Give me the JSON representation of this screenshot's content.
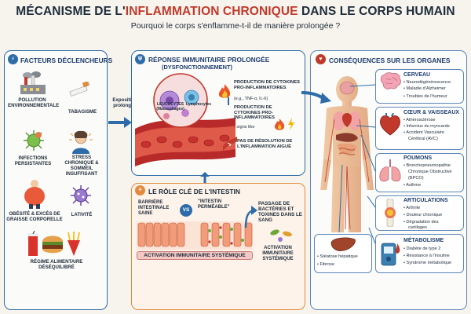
{
  "title": {
    "part1": "MÉCANISME DE L'",
    "part2": "INFLAMMATION CHRONIQUE",
    "part3": " DANS LE CORPS HUMAIN"
  },
  "subtitle": "Pourquoi le corps s'enflamme-t-il de manière prolongée ?",
  "colors": {
    "accent_red": "#c0392b",
    "accent_blue": "#2d6ca8",
    "gut_orange": "#e38a3c"
  },
  "factors": {
    "heading": "FACTEURS DÉCLENCHEURS",
    "items": [
      {
        "label": "POLLUTION ENVIRONNEMENTALE",
        "icon": "factory-icon"
      },
      {
        "label": "TABAGISME",
        "icon": "cigarette-icon"
      },
      {
        "label": "INFECTIONS PERSISTANTES",
        "icon": "virus-icon"
      },
      {
        "label": "STRESS CHRONIQUE & SOMMEIL INSUFFISANT",
        "icon": "stressed-person-icon"
      },
      {
        "label": "OBÉSITÉ & EXCÈS DE GRAISSE CORPORELLE",
        "icon": "obesity-icon"
      },
      {
        "label": "LATIVITÉ",
        "icon": "inactivity-virus-icon"
      },
      {
        "label": "RÉGIME ALIMENTAIRE DÉSÉQUILIBRÉ",
        "icon": "junk-food-icon"
      }
    ]
  },
  "exposure_label": "Exposition prolongée",
  "immune": {
    "heading": "RÉPONSE IMMUNITAIRE PROLONGÉE",
    "subheading": "(DYSFONCTIONNEMENT)",
    "leukocytes": "LEUCOCYTES (Macrophages)",
    "lymphocytes": "Lymphocytes",
    "steps": [
      "PRODUCTION DE CYTOKINES PRO-INFLAMMATOIRES",
      "PRODUCTION DE CYTOKINES PRO-INFLAMMATOIRES",
      "PAS DE RÉSOLUTION DE L'INFLAMMATION AIGUË"
    ],
    "cytokine_examples": "(e.g., TNF-α, IL-6)",
    "signs_like": "signs like"
  },
  "gut": {
    "heading": "LE RÔLE CLÉ DE L'INTESTIN",
    "healthy": "BARRIÈRE INTESTINALE SAINE",
    "vs": "VS",
    "leaky": "\"INTESTIN PERMÉABLE\"",
    "passage": "PASSAGE DE BACTÉRIES ET TOXINES DANS LE SANG",
    "activation_bar": "ACTIVATION IMMUNITAIRE SYSTÉMIQUE",
    "activation_side": "ACTIVATION IMMUNITAIRE SYSTÉMIQUE"
  },
  "consequences": {
    "heading": "CONSÉQUENCES SUR LES ORGANES",
    "organs": [
      {
        "title": "CERVEAU",
        "icon": "brain-icon",
        "items": [
          "Neurodégénérescence",
          "Maladie d'Alzheimer",
          "Troubles de l'humeur"
        ]
      },
      {
        "title": "CŒUR & VAISSEAUX",
        "icon": "heart-icon",
        "items": [
          "Athérosclérose",
          "Infarctus du myocarde",
          "Accident Vasculaire",
          "Cérébral (AVC)"
        ]
      },
      {
        "title": "POUMONS",
        "icon": "lungs-icon",
        "items": [
          "Bronchopneumopathie",
          "Chronique Obstructive",
          "(BPCO)",
          "Asthme"
        ]
      },
      {
        "title": "ARTICULATIONS",
        "icon": "joint-icon",
        "items": [
          "Arthrite",
          "Douleur chronique",
          "Dégradation des",
          "cartilages"
        ]
      },
      {
        "title": "MÉTABOLISME",
        "icon": "glucose-meter-icon",
        "items": [
          "Diabète de type 2",
          "Résistance à l'insuline",
          "Syndrome métabolique"
        ]
      }
    ],
    "liver": {
      "icon": "liver-icon",
      "items": [
        "Stéatose hépatique",
        "Fibrose"
      ]
    }
  }
}
